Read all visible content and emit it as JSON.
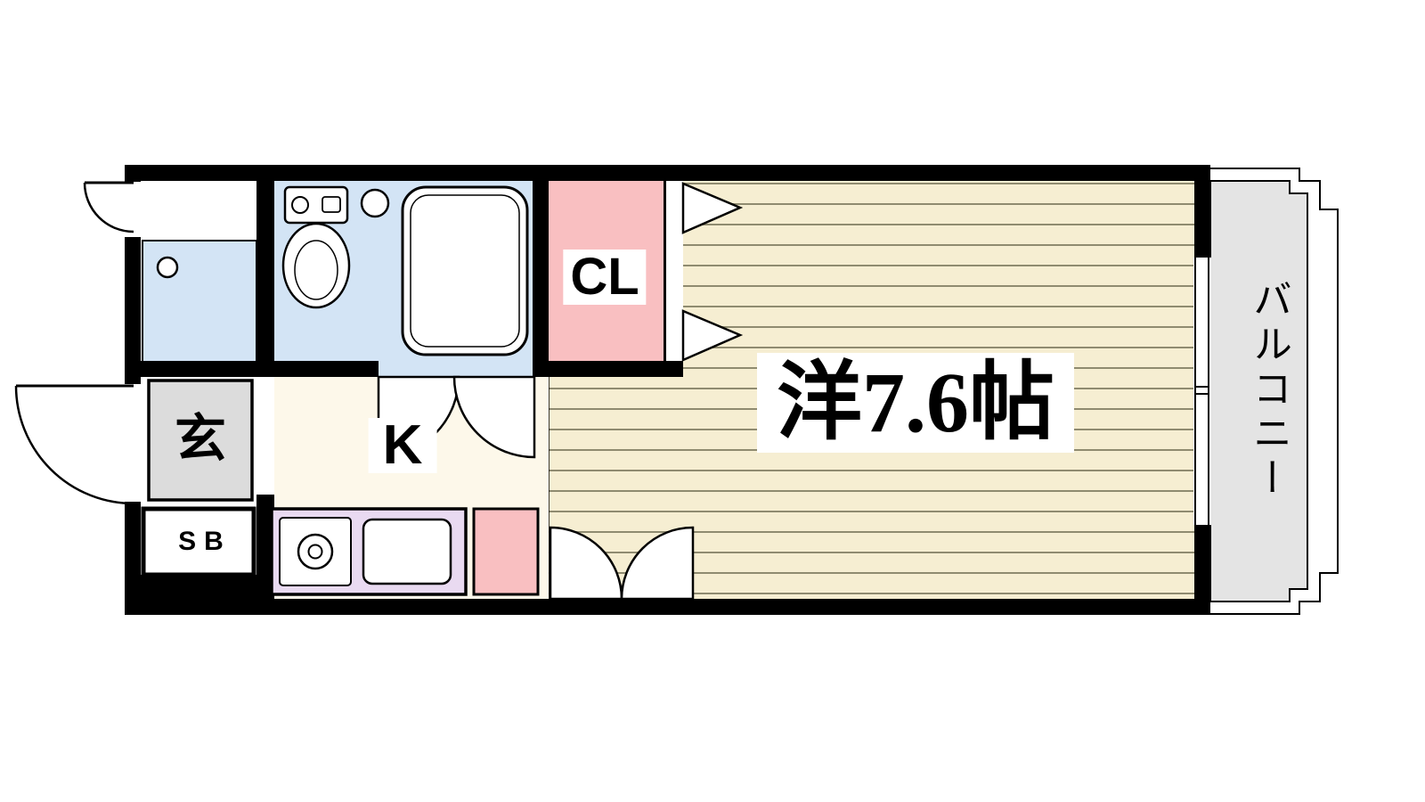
{
  "plan": {
    "rooms": {
      "main_room": {
        "label": "洋7.6帖"
      },
      "closet": {
        "label": "CL"
      },
      "kitchen": {
        "label": "K"
      },
      "entrance": {
        "label": "玄"
      },
      "shoe_box": {
        "label": "SB"
      },
      "balcony": {
        "label": "バルコニー"
      }
    },
    "colors": {
      "wall": "#000000",
      "main_room_floor": "#f6eed2",
      "floor_line": "#8f8b70",
      "closet_pink": "#f9bfc1",
      "bathroom_blue": "#d3e4f5",
      "kitchen_counter_lavender": "#e9daf1",
      "entrance_gray": "#dcdcdc",
      "balcony_gray": "#e4e4e4",
      "kitchen_floor": "#fdf8ea"
    },
    "fixtures": [
      "toilet",
      "bathtub",
      "wash-basin",
      "laundry-pan-drain",
      "gas-stove",
      "kitchen-sink",
      "sliding-window",
      "entrance-door",
      "bathroom-doors",
      "closet-folding-doors",
      "main-room-double-doors"
    ]
  }
}
